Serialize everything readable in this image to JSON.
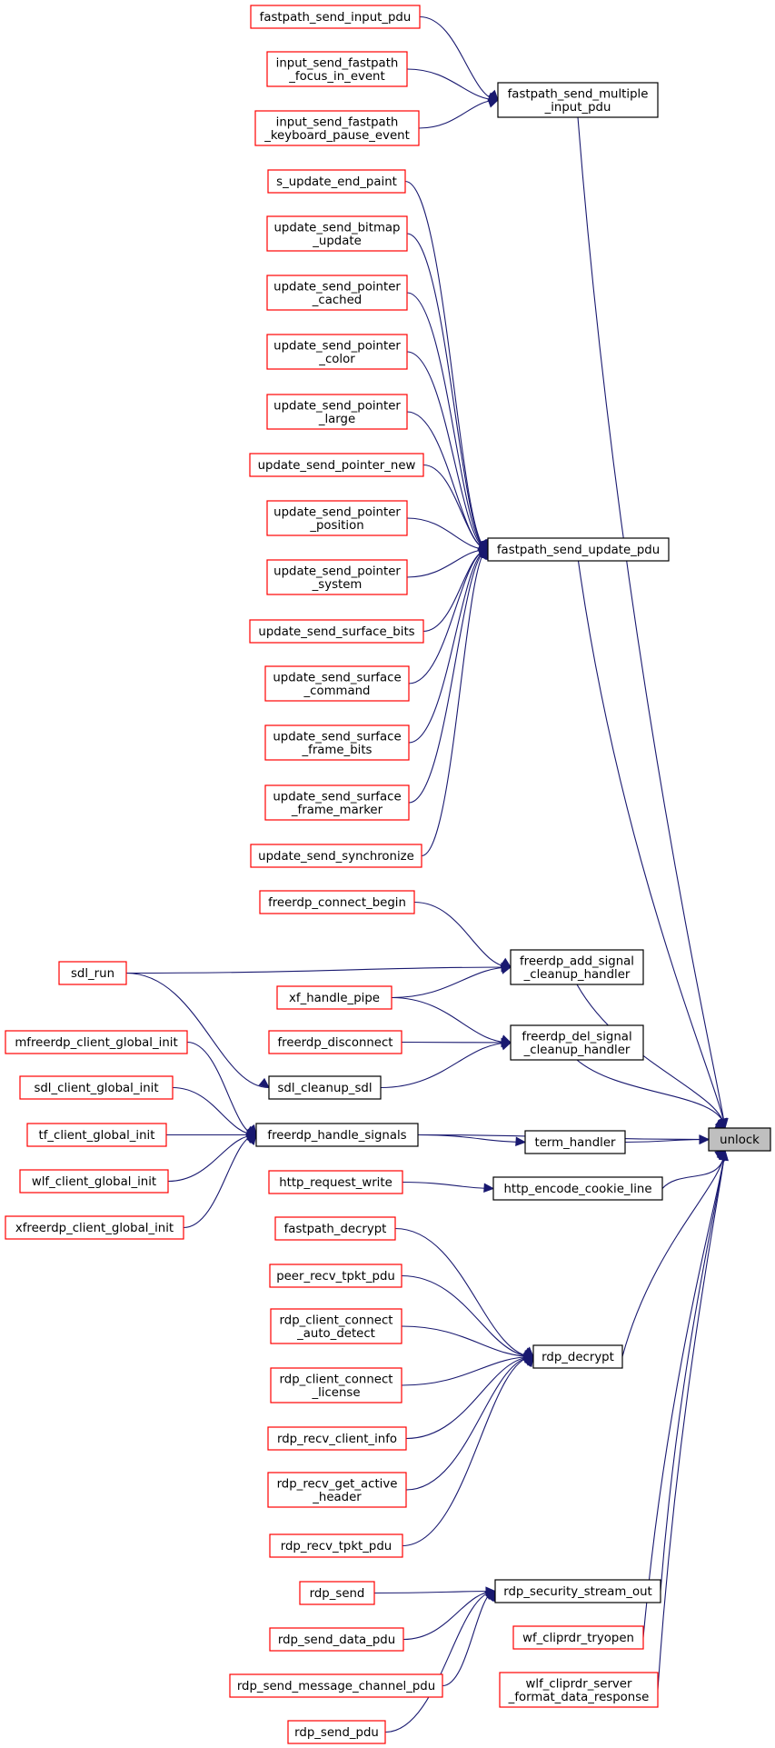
{
  "colors": {
    "edge": "#191970",
    "caller_border": "#ff0000",
    "node_border": "#000000",
    "focus_fill": "#bfbfbf"
  },
  "nodes": [
    {
      "id": "unlock",
      "lines": [
        "unlock"
      ],
      "kind": "focus"
    },
    {
      "id": "fastpath_send_multiple_input_pdu",
      "lines": [
        "fastpath_send_multiple",
        "_input_pdu"
      ],
      "kind": "black"
    },
    {
      "id": "fastpath_send_update_pdu",
      "lines": [
        "fastpath_send_update_pdu"
      ],
      "kind": "black"
    },
    {
      "id": "freerdp_add_signal_cleanup_handler",
      "lines": [
        "freerdp_add_signal",
        "_cleanup_handler"
      ],
      "kind": "black"
    },
    {
      "id": "freerdp_del_signal_cleanup_handler",
      "lines": [
        "freerdp_del_signal",
        "_cleanup_handler"
      ],
      "kind": "black"
    },
    {
      "id": "sdl_cleanup_sdl",
      "lines": [
        "sdl_cleanup_sdl"
      ],
      "kind": "black"
    },
    {
      "id": "freerdp_handle_signals",
      "lines": [
        "freerdp_handle_signals"
      ],
      "kind": "black"
    },
    {
      "id": "term_handler",
      "lines": [
        "term_handler"
      ],
      "kind": "black"
    },
    {
      "id": "http_encode_cookie_line",
      "lines": [
        "http_encode_cookie_line"
      ],
      "kind": "black"
    },
    {
      "id": "rdp_decrypt",
      "lines": [
        "rdp_decrypt"
      ],
      "kind": "black"
    },
    {
      "id": "rdp_security_stream_out",
      "lines": [
        "rdp_security_stream_out"
      ],
      "kind": "black"
    },
    {
      "id": "fastpath_send_input_pdu",
      "lines": [
        "fastpath_send_input_pdu"
      ],
      "kind": "red"
    },
    {
      "id": "input_send_fastpath_focus_in_event",
      "lines": [
        "input_send_fastpath",
        "_focus_in_event"
      ],
      "kind": "red"
    },
    {
      "id": "input_send_fastpath_keyboard_pause_event",
      "lines": [
        "input_send_fastpath",
        "_keyboard_pause_event"
      ],
      "kind": "red"
    },
    {
      "id": "s_update_end_paint",
      "lines": [
        "s_update_end_paint"
      ],
      "kind": "red"
    },
    {
      "id": "update_send_bitmap_update",
      "lines": [
        "update_send_bitmap",
        "_update"
      ],
      "kind": "red"
    },
    {
      "id": "update_send_pointer_cached",
      "lines": [
        "update_send_pointer",
        "_cached"
      ],
      "kind": "red"
    },
    {
      "id": "update_send_pointer_color",
      "lines": [
        "update_send_pointer",
        "_color"
      ],
      "kind": "red"
    },
    {
      "id": "update_send_pointer_large",
      "lines": [
        "update_send_pointer",
        "_large"
      ],
      "kind": "red"
    },
    {
      "id": "update_send_pointer_new",
      "lines": [
        "update_send_pointer_new"
      ],
      "kind": "red"
    },
    {
      "id": "update_send_pointer_position",
      "lines": [
        "update_send_pointer",
        "_position"
      ],
      "kind": "red"
    },
    {
      "id": "update_send_pointer_system",
      "lines": [
        "update_send_pointer",
        "_system"
      ],
      "kind": "red"
    },
    {
      "id": "update_send_surface_bits",
      "lines": [
        "update_send_surface_bits"
      ],
      "kind": "red"
    },
    {
      "id": "update_send_surface_command",
      "lines": [
        "update_send_surface",
        "_command"
      ],
      "kind": "red"
    },
    {
      "id": "update_send_surface_frame_bits",
      "lines": [
        "update_send_surface",
        "_frame_bits"
      ],
      "kind": "red"
    },
    {
      "id": "update_send_surface_frame_marker",
      "lines": [
        "update_send_surface",
        "_frame_marker"
      ],
      "kind": "red"
    },
    {
      "id": "update_send_synchronize",
      "lines": [
        "update_send_synchronize"
      ],
      "kind": "red"
    },
    {
      "id": "freerdp_connect_begin",
      "lines": [
        "freerdp_connect_begin"
      ],
      "kind": "red"
    },
    {
      "id": "sdl_run",
      "lines": [
        "sdl_run"
      ],
      "kind": "red"
    },
    {
      "id": "xf_handle_pipe",
      "lines": [
        "xf_handle_pipe"
      ],
      "kind": "red"
    },
    {
      "id": "freerdp_disconnect",
      "lines": [
        "freerdp_disconnect"
      ],
      "kind": "red"
    },
    {
      "id": "mfreerdp_client_global_init",
      "lines": [
        "mfreerdp_client_global_init"
      ],
      "kind": "red"
    },
    {
      "id": "sdl_client_global_init",
      "lines": [
        "sdl_client_global_init"
      ],
      "kind": "red"
    },
    {
      "id": "tf_client_global_init",
      "lines": [
        "tf_client_global_init"
      ],
      "kind": "red"
    },
    {
      "id": "wlf_client_global_init",
      "lines": [
        "wlf_client_global_init"
      ],
      "kind": "red"
    },
    {
      "id": "xfreerdp_client_global_init",
      "lines": [
        "xfreerdp_client_global_init"
      ],
      "kind": "red"
    },
    {
      "id": "http_request_write",
      "lines": [
        "http_request_write"
      ],
      "kind": "red"
    },
    {
      "id": "fastpath_decrypt",
      "lines": [
        "fastpath_decrypt"
      ],
      "kind": "red"
    },
    {
      "id": "peer_recv_tpkt_pdu",
      "lines": [
        "peer_recv_tpkt_pdu"
      ],
      "kind": "red"
    },
    {
      "id": "rdp_client_connect_auto_detect",
      "lines": [
        "rdp_client_connect",
        "_auto_detect"
      ],
      "kind": "red"
    },
    {
      "id": "rdp_client_connect_license",
      "lines": [
        "rdp_client_connect",
        "_license"
      ],
      "kind": "red"
    },
    {
      "id": "rdp_recv_client_info",
      "lines": [
        "rdp_recv_client_info"
      ],
      "kind": "red"
    },
    {
      "id": "rdp_recv_get_active_header",
      "lines": [
        "rdp_recv_get_active",
        "_header"
      ],
      "kind": "red"
    },
    {
      "id": "rdp_recv_tpkt_pdu",
      "lines": [
        "rdp_recv_tpkt_pdu"
      ],
      "kind": "red"
    },
    {
      "id": "rdp_send",
      "lines": [
        "rdp_send"
      ],
      "kind": "red"
    },
    {
      "id": "rdp_send_data_pdu",
      "lines": [
        "rdp_send_data_pdu"
      ],
      "kind": "red"
    },
    {
      "id": "rdp_send_message_channel_pdu",
      "lines": [
        "rdp_send_message_channel_pdu"
      ],
      "kind": "red"
    },
    {
      "id": "rdp_send_pdu",
      "lines": [
        "rdp_send_pdu"
      ],
      "kind": "red"
    },
    {
      "id": "wf_cliprdr_tryopen",
      "lines": [
        "wf_cliprdr_tryopen"
      ],
      "kind": "red"
    },
    {
      "id": "wlf_cliprdr_server_format_data_response",
      "lines": [
        "wlf_cliprdr_server",
        "_format_data_response"
      ],
      "kind": "red"
    }
  ],
  "edges": [
    {
      "from": "fastpath_send_input_pdu",
      "to": "fastpath_send_multiple_input_pdu"
    },
    {
      "from": "input_send_fastpath_focus_in_event",
      "to": "fastpath_send_multiple_input_pdu"
    },
    {
      "from": "input_send_fastpath_keyboard_pause_event",
      "to": "fastpath_send_multiple_input_pdu"
    },
    {
      "from": "fastpath_send_multiple_input_pdu",
      "to": "unlock"
    },
    {
      "from": "s_update_end_paint",
      "to": "fastpath_send_update_pdu"
    },
    {
      "from": "update_send_bitmap_update",
      "to": "fastpath_send_update_pdu"
    },
    {
      "from": "update_send_pointer_cached",
      "to": "fastpath_send_update_pdu"
    },
    {
      "from": "update_send_pointer_color",
      "to": "fastpath_send_update_pdu"
    },
    {
      "from": "update_send_pointer_large",
      "to": "fastpath_send_update_pdu"
    },
    {
      "from": "update_send_pointer_new",
      "to": "fastpath_send_update_pdu"
    },
    {
      "from": "update_send_pointer_position",
      "to": "fastpath_send_update_pdu"
    },
    {
      "from": "update_send_pointer_system",
      "to": "fastpath_send_update_pdu"
    },
    {
      "from": "update_send_surface_bits",
      "to": "fastpath_send_update_pdu"
    },
    {
      "from": "update_send_surface_command",
      "to": "fastpath_send_update_pdu"
    },
    {
      "from": "update_send_surface_frame_bits",
      "to": "fastpath_send_update_pdu"
    },
    {
      "from": "update_send_surface_frame_marker",
      "to": "fastpath_send_update_pdu"
    },
    {
      "from": "update_send_synchronize",
      "to": "fastpath_send_update_pdu"
    },
    {
      "from": "fastpath_send_update_pdu",
      "to": "unlock"
    },
    {
      "from": "freerdp_connect_begin",
      "to": "freerdp_add_signal_cleanup_handler"
    },
    {
      "from": "sdl_run",
      "to": "freerdp_add_signal_cleanup_handler"
    },
    {
      "from": "xf_handle_pipe",
      "to": "freerdp_add_signal_cleanup_handler"
    },
    {
      "from": "freerdp_add_signal_cleanup_handler",
      "to": "unlock"
    },
    {
      "from": "xf_handle_pipe",
      "to": "freerdp_del_signal_cleanup_handler"
    },
    {
      "from": "freerdp_disconnect",
      "to": "freerdp_del_signal_cleanup_handler"
    },
    {
      "from": "sdl_cleanup_sdl",
      "to": "freerdp_del_signal_cleanup_handler"
    },
    {
      "from": "freerdp_del_signal_cleanup_handler",
      "to": "unlock"
    },
    {
      "from": "sdl_run",
      "to": "sdl_cleanup_sdl"
    },
    {
      "from": "mfreerdp_client_global_init",
      "to": "freerdp_handle_signals"
    },
    {
      "from": "sdl_client_global_init",
      "to": "freerdp_handle_signals"
    },
    {
      "from": "tf_client_global_init",
      "to": "freerdp_handle_signals"
    },
    {
      "from": "wlf_client_global_init",
      "to": "freerdp_handle_signals"
    },
    {
      "from": "xfreerdp_client_global_init",
      "to": "freerdp_handle_signals"
    },
    {
      "from": "freerdp_handle_signals",
      "to": "unlock"
    },
    {
      "from": "freerdp_handle_signals",
      "to": "term_handler"
    },
    {
      "from": "term_handler",
      "to": "unlock"
    },
    {
      "from": "http_request_write",
      "to": "http_encode_cookie_line"
    },
    {
      "from": "http_encode_cookie_line",
      "to": "unlock"
    },
    {
      "from": "fastpath_decrypt",
      "to": "rdp_decrypt"
    },
    {
      "from": "peer_recv_tpkt_pdu",
      "to": "rdp_decrypt"
    },
    {
      "from": "rdp_client_connect_auto_detect",
      "to": "rdp_decrypt"
    },
    {
      "from": "rdp_client_connect_license",
      "to": "rdp_decrypt"
    },
    {
      "from": "rdp_recv_client_info",
      "to": "rdp_decrypt"
    },
    {
      "from": "rdp_recv_get_active_header",
      "to": "rdp_decrypt"
    },
    {
      "from": "rdp_recv_tpkt_pdu",
      "to": "rdp_decrypt"
    },
    {
      "from": "rdp_decrypt",
      "to": "unlock"
    },
    {
      "from": "rdp_send",
      "to": "rdp_security_stream_out"
    },
    {
      "from": "rdp_send_data_pdu",
      "to": "rdp_security_stream_out"
    },
    {
      "from": "rdp_send_message_channel_pdu",
      "to": "rdp_security_stream_out"
    },
    {
      "from": "rdp_send_pdu",
      "to": "rdp_security_stream_out"
    },
    {
      "from": "rdp_security_stream_out",
      "to": "unlock"
    },
    {
      "from": "wf_cliprdr_tryopen",
      "to": "unlock"
    },
    {
      "from": "wlf_cliprdr_server_format_data_response",
      "to": "unlock"
    }
  ]
}
